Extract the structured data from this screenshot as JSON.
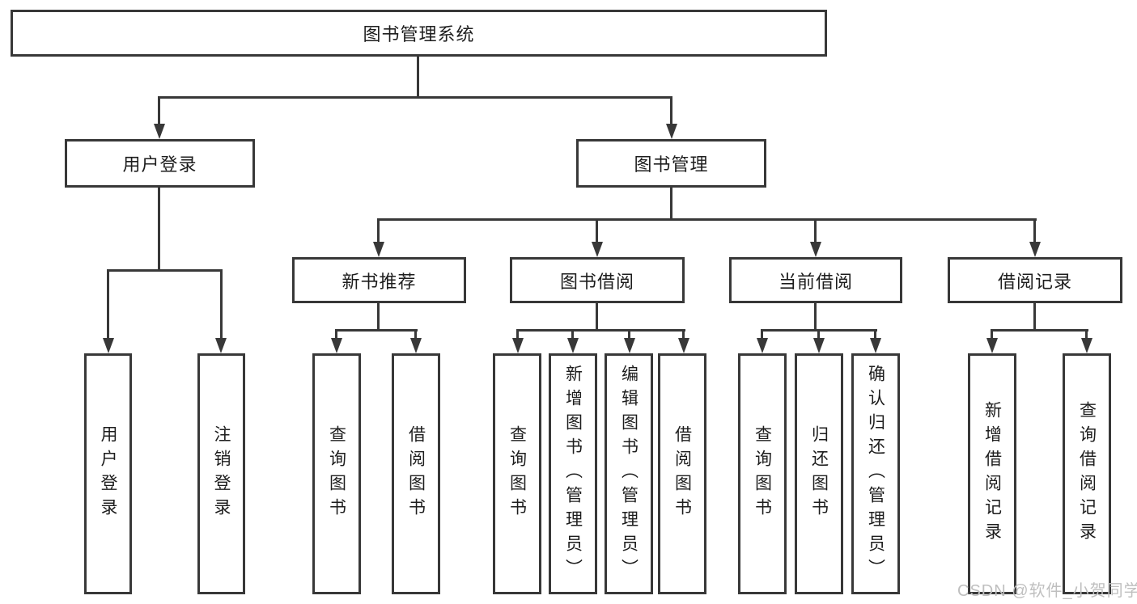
{
  "tree": {
    "root": "图书管理系统",
    "branches": [
      {
        "label": "用户登录",
        "children": [
          "用户登录",
          "注销登录"
        ]
      },
      {
        "label": "图书管理",
        "groups": [
          {
            "label": "新书推荐",
            "children": [
              "查询图书",
              "借阅图书"
            ]
          },
          {
            "label": "图书借阅",
            "children": [
              "查询图书",
              "新增图书（管理员）",
              "编辑图书（管理员）",
              "借阅图书"
            ]
          },
          {
            "label": "当前借阅",
            "children": [
              "查询图书",
              "归还图书",
              "确认归还（管理员）"
            ]
          },
          {
            "label": "借阅记录",
            "children": [
              "新增借阅记录",
              "查询借阅记录"
            ]
          }
        ]
      }
    ]
  },
  "watermark": {
    "text": "CSDN @软件_小贺同学"
  },
  "colors": {
    "line": "#383838",
    "text": "#1d1d1d",
    "background": "#ffffff",
    "watermark": "#bfbfbf"
  }
}
